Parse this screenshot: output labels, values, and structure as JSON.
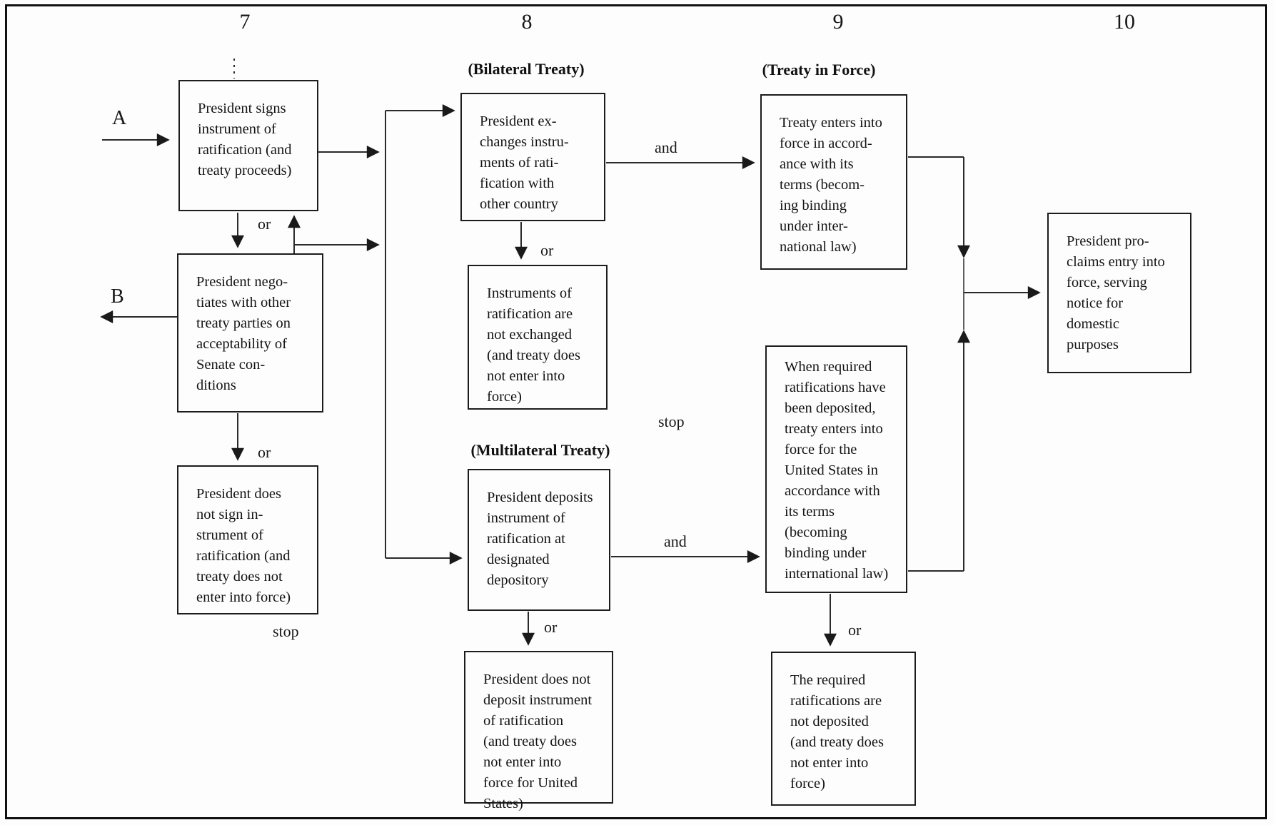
{
  "figure": {
    "columns": [
      "7",
      "8",
      "9",
      "10"
    ],
    "section_headers": {
      "bilateral": "(Bilateral Treaty)",
      "multilateral": "(Multilateral Treaty)",
      "treaty_in_force": "(Treaty in Force)"
    },
    "boxes": {
      "signs": "President signs\ninstrument of\nratification (and\ntreaty proceeds)",
      "negotiates": "President nego-\ntiates with other\ntreaty parties on\nacceptability of\nSenate con-\nditions",
      "not_sign": "President does\nnot sign in-\nstrument of\nratification (and\ntreaty does not\nenter into force)",
      "exchanges": "President ex-\nchanges instru-\nments of rati-\nfication with\nother country",
      "not_exchanged": "Instruments of\nratification are\nnot exchanged\n(and treaty does\nnot enter into\nforce)",
      "deposits": "President deposits\ninstrument of\nratification at\ndesignated\ndepository",
      "not_deposit": "President does not\ndeposit instrument\nof ratification\n(and treaty does\nnot enter into\nforce for United\nStates)",
      "treaty_force": "Treaty enters into\nforce in accord-\nance with its\nterms (becom-\ning binding\nunder inter-\nnational law)",
      "when_required": "When required\nratifications have\nbeen deposited,\ntreaty enters into\nforce for the\nUnited States in\naccordance with\nits terms\n(becoming\nbinding under\ninternational law)",
      "required_not": "The required\nratifications are\nnot deposited\n(and treaty does\nnot enter into\nforce)",
      "proclaims": "President pro-\nclaims entry into\nforce, serving\nnotice for\ndomestic\npurposes"
    },
    "labels": {
      "a": "A",
      "b": "B",
      "or": "or",
      "and": "and",
      "stop": "stop"
    }
  }
}
